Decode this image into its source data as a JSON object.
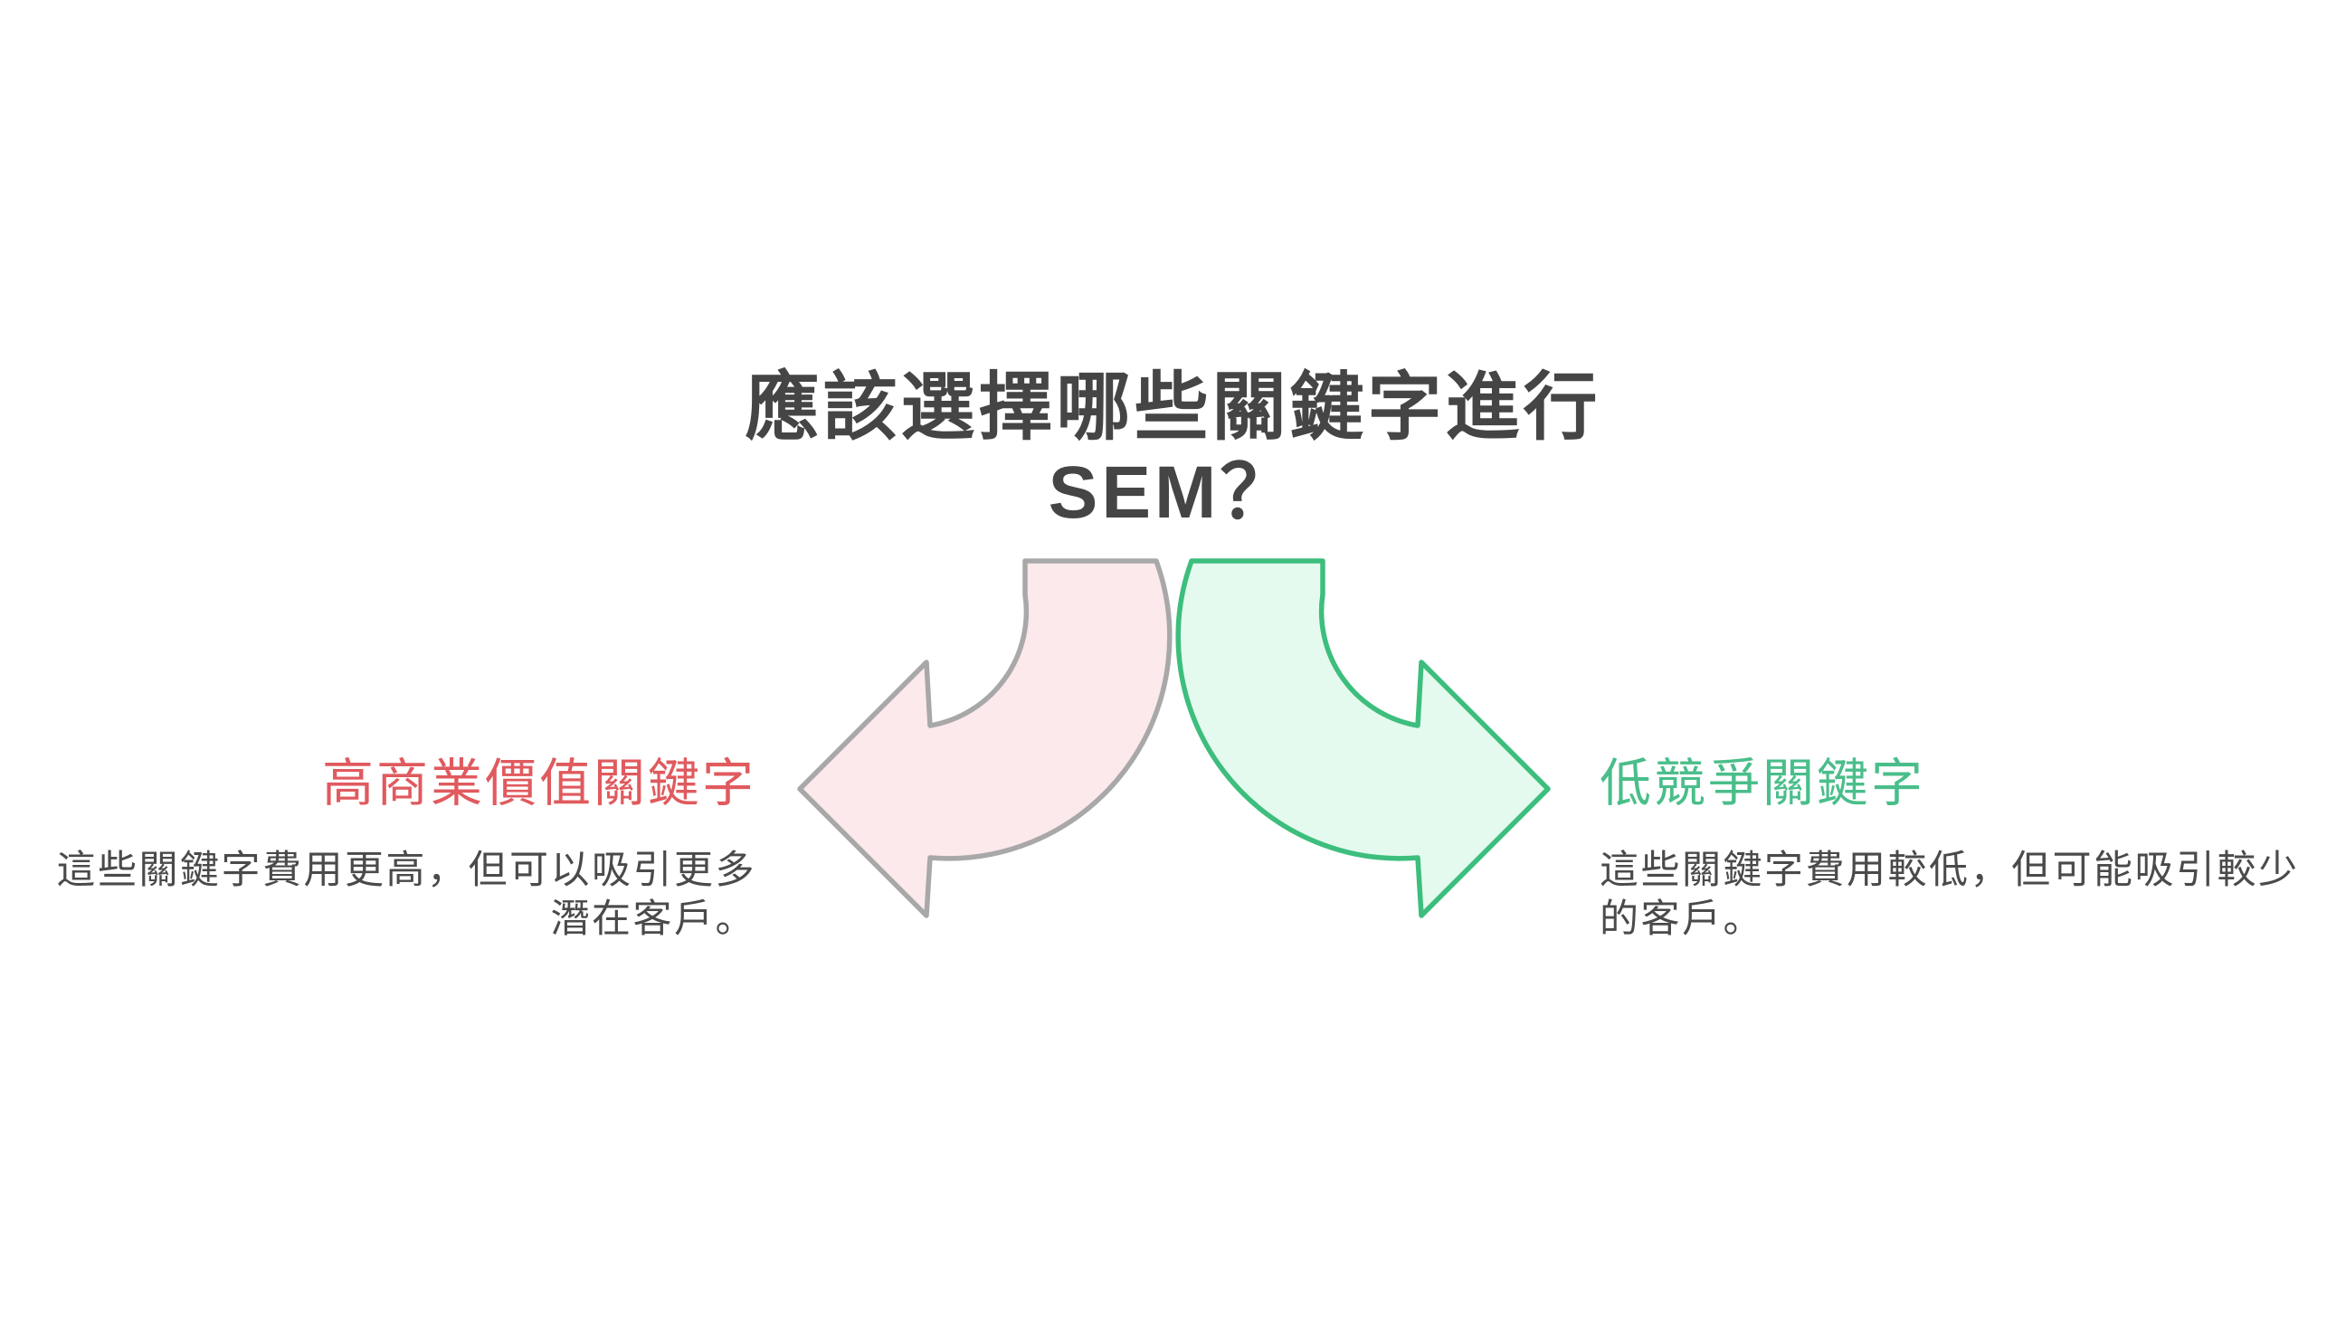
{
  "page": {
    "background": "#ffffff"
  },
  "title": {
    "text": "應該選擇哪些關鍵字進行\nSEM？"
  },
  "branches": {
    "left": {
      "heading": "高商業價值關鍵字",
      "description": "這些關鍵字費用更高，但可以吸引更多\n潛在客戶。",
      "arrow_direction": "down-left",
      "heading_color": "#e05a5e",
      "arrow_fill": "#fce9eb",
      "arrow_stroke": "#a8a8a8"
    },
    "right": {
      "heading": "低競爭關鍵字",
      "description": "這些關鍵字費用較低，但可能吸引較少\n的客戶。",
      "arrow_direction": "down-right",
      "heading_color": "#4abe8a",
      "arrow_fill": "#e5faee",
      "arrow_stroke": "#3dbe7d"
    }
  },
  "colors": {
    "title_text": "#454545",
    "body_text": "#4a4a4a"
  }
}
